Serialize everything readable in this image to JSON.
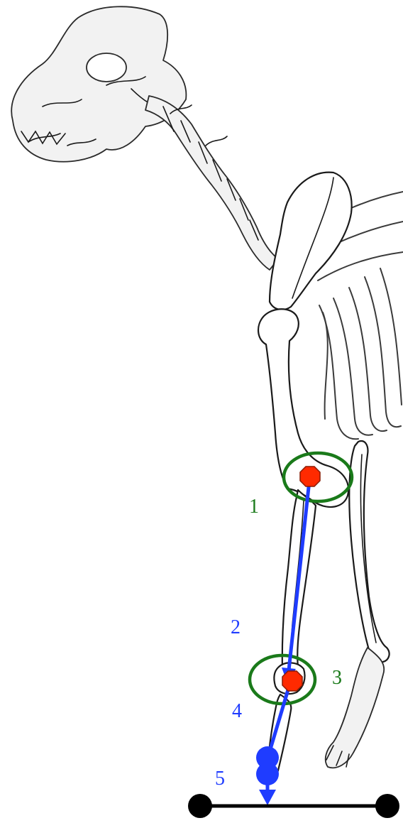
{
  "labels": {
    "one": "1",
    "two": "2",
    "three": "3",
    "four": "4",
    "five": "5"
  },
  "colors": {
    "joint_circle": "#1a7a1a",
    "joint_marker": "#ff2a00",
    "force_vector": "#1f3cff",
    "ground_line": "#000000",
    "green_label": "#1a7a1a",
    "blue_label": "#1f3cff"
  }
}
